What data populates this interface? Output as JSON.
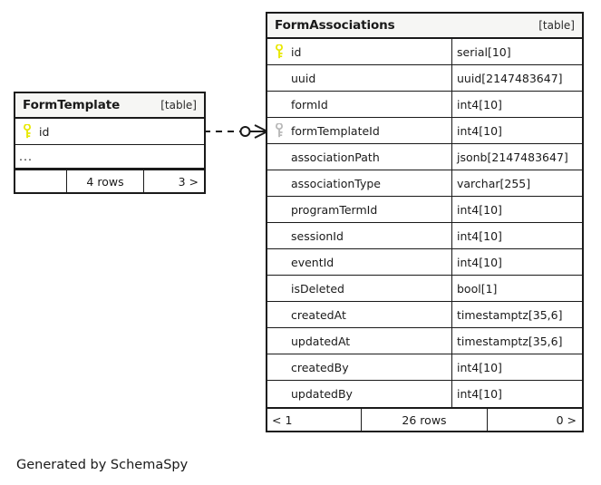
{
  "diagram": {
    "caption": "Generated by SchemaSpy",
    "background": "#ffffff",
    "line_color": "#1a1a1a",
    "header_background": "#f6f6f4",
    "pk_key_color": "#e8e800",
    "fk_key_color": "#b8b8b8"
  },
  "tables": [
    {
      "name": "FormTemplate",
      "tag": "[table]",
      "columns": [
        {
          "key": "primary",
          "name": "id",
          "type": ""
        }
      ],
      "truncated_marker": "...",
      "footer": {
        "prev": "",
        "rows": "4 rows",
        "next": "3 >"
      }
    },
    {
      "name": "FormAssociations",
      "tag": "[table]",
      "columns": [
        {
          "key": "primary",
          "name": "id",
          "type": "serial[10]"
        },
        {
          "key": "none",
          "name": "uuid",
          "type": "uuid[2147483647]"
        },
        {
          "key": "none",
          "name": "formId",
          "type": "int4[10]"
        },
        {
          "key": "foreign",
          "name": "formTemplateId",
          "type": "int4[10]"
        },
        {
          "key": "none",
          "name": "associationPath",
          "type": "jsonb[2147483647]"
        },
        {
          "key": "none",
          "name": "associationType",
          "type": "varchar[255]"
        },
        {
          "key": "none",
          "name": "programTermId",
          "type": "int4[10]"
        },
        {
          "key": "none",
          "name": "sessionId",
          "type": "int4[10]"
        },
        {
          "key": "none",
          "name": "eventId",
          "type": "int4[10]"
        },
        {
          "key": "none",
          "name": "isDeleted",
          "type": "bool[1]"
        },
        {
          "key": "none",
          "name": "createdAt",
          "type": "timestamptz[35,6]"
        },
        {
          "key": "none",
          "name": "updatedAt",
          "type": "timestamptz[35,6]"
        },
        {
          "key": "none",
          "name": "createdBy",
          "type": "int4[10]"
        },
        {
          "key": "none",
          "name": "updatedBy",
          "type": "int4[10]"
        }
      ],
      "footer": {
        "prev": "< 1",
        "rows": "26 rows",
        "next": "0 >"
      }
    }
  ],
  "relationship": {
    "from_table": "FormTemplate",
    "to_table": "FormAssociations",
    "line_style": "dashed",
    "from_cardinality": "one",
    "to_cardinality": "zero-or-many"
  }
}
